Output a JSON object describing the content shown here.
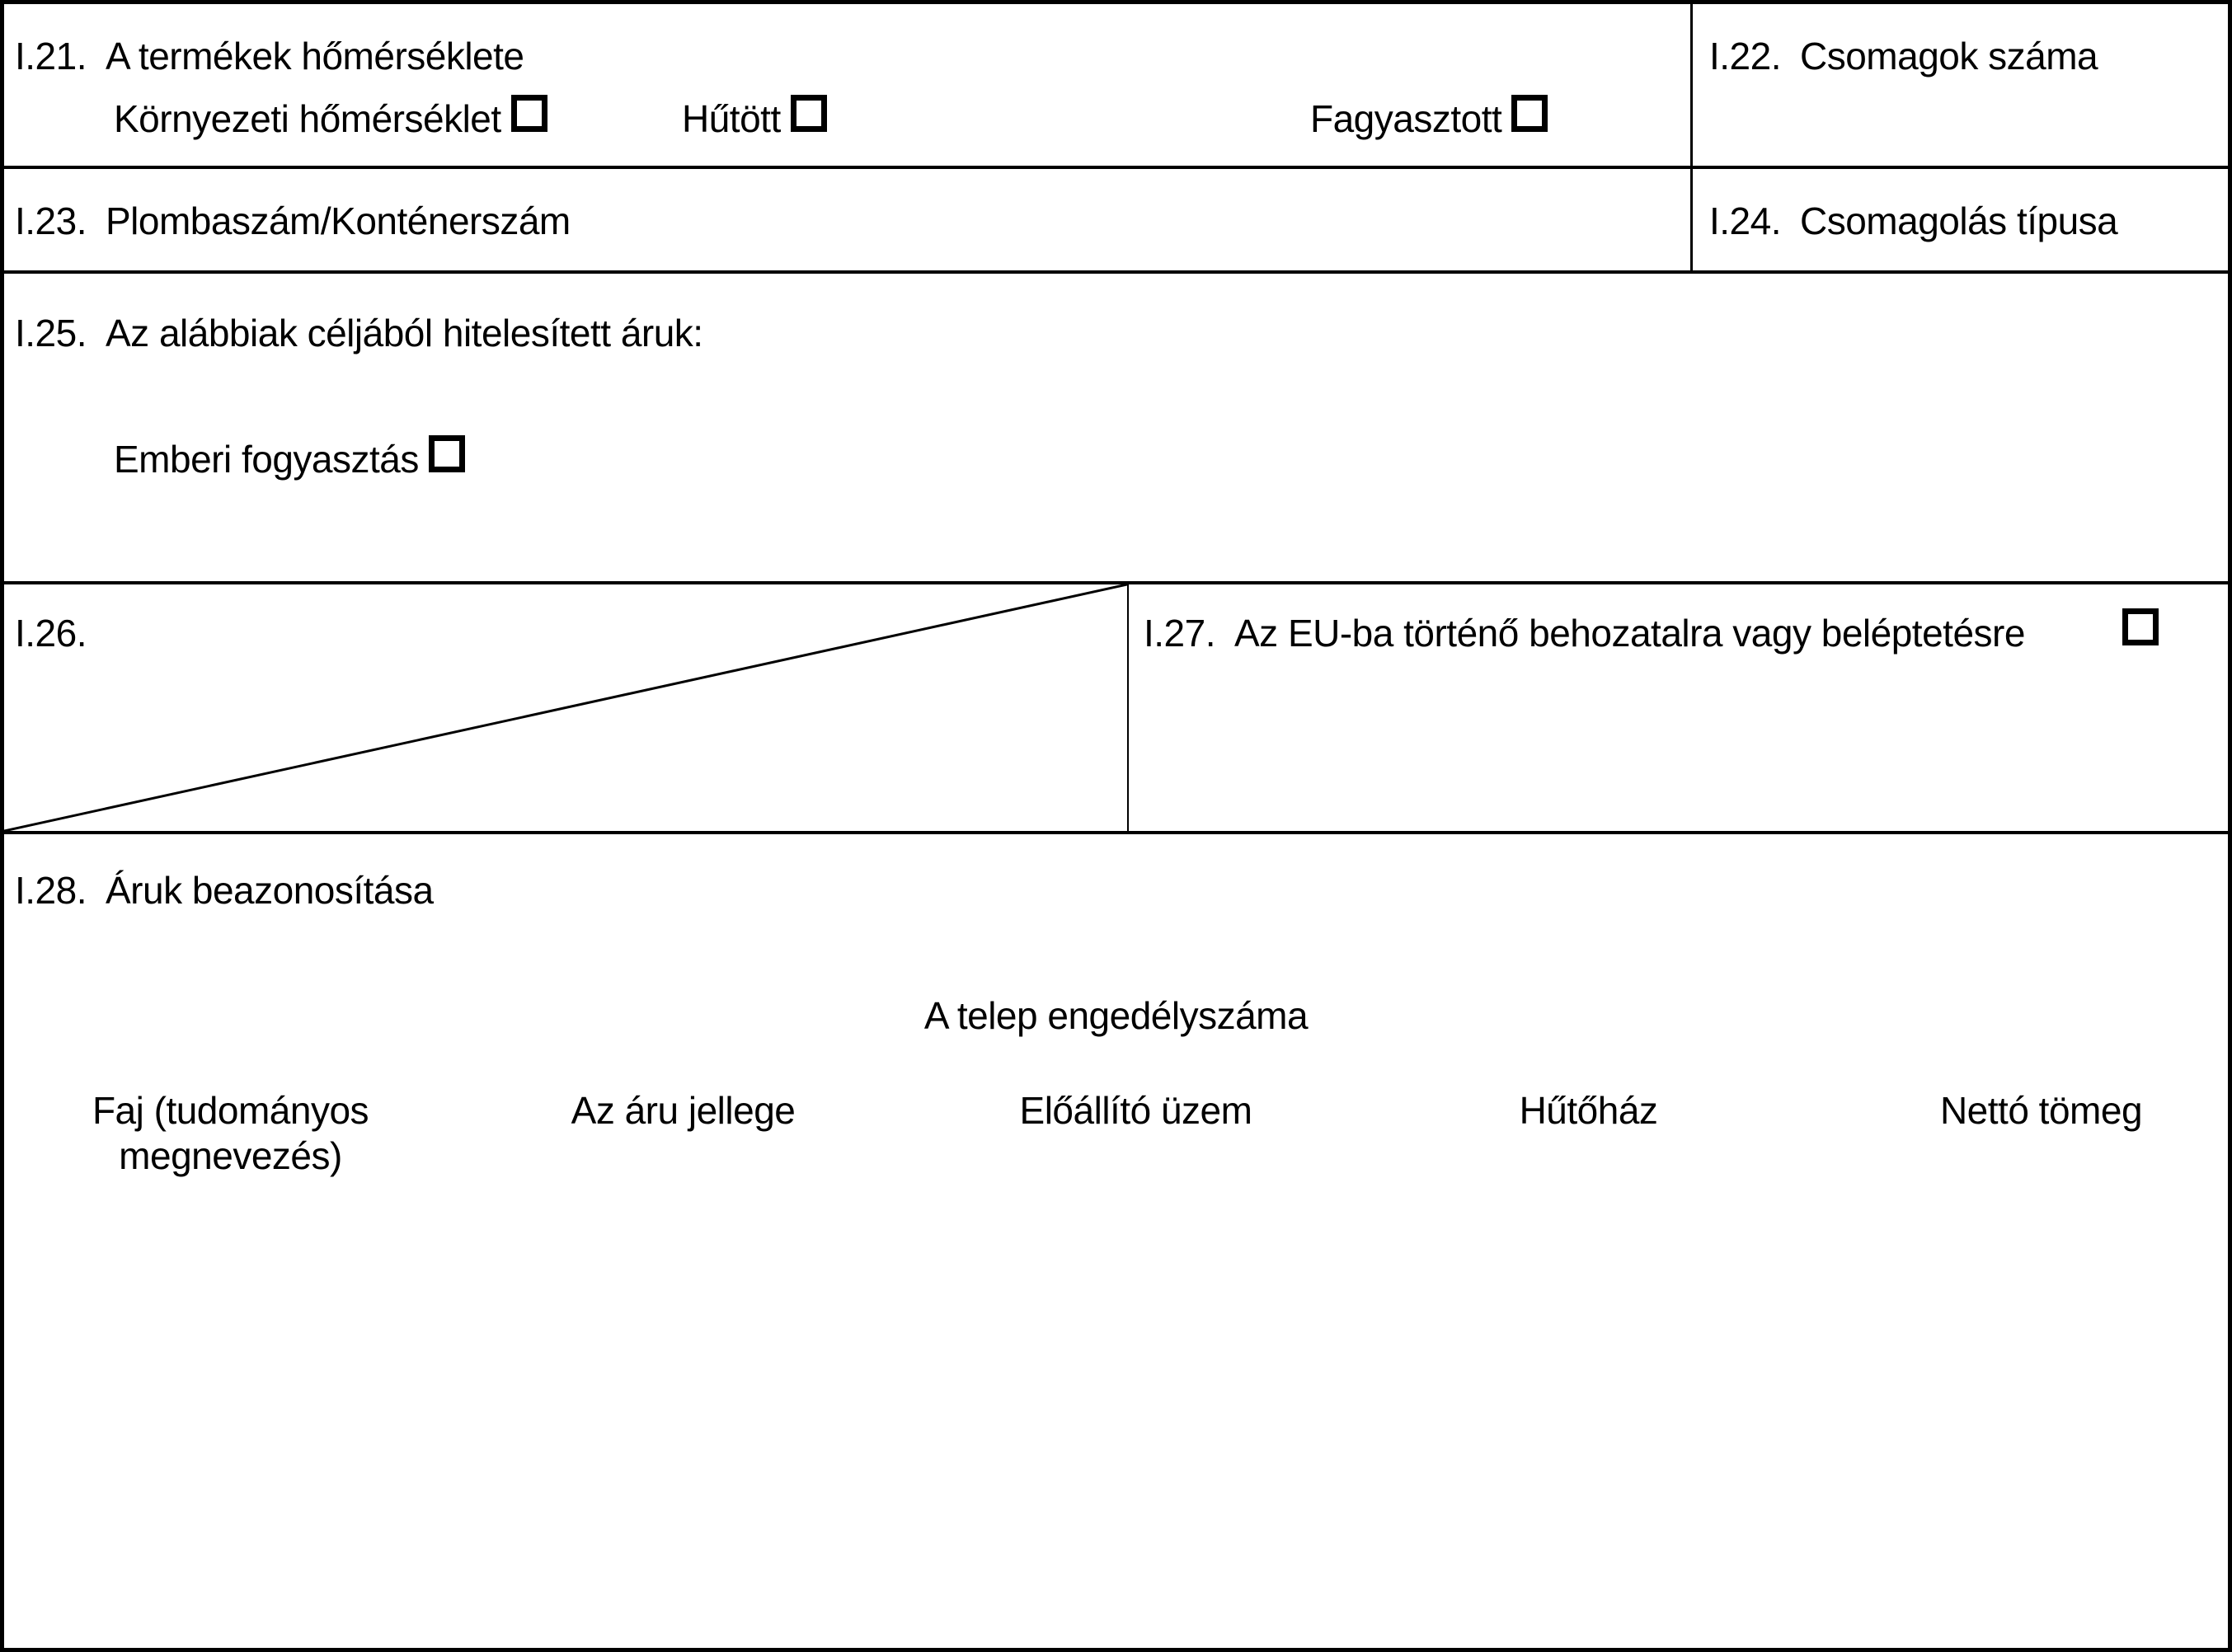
{
  "page": {
    "background": "#ffffff",
    "border_color": "#000000",
    "text_color": "#000000"
  },
  "boxes": {
    "i21": {
      "number": "I.21.",
      "title": "A termékek hőmérséklete",
      "checkboxes": [
        "Környezeti hőmérséklet",
        "Hűtött",
        "Fagyasztott"
      ]
    },
    "i22": {
      "number": "I.22.",
      "title": "Csomagok száma"
    },
    "i23": {
      "number": "I.23.",
      "title": "Plombaszám/Konténerszám"
    },
    "i24": {
      "number": "I.24.",
      "title": "Csomagolás típusa"
    },
    "i25": {
      "number": "I.25.",
      "title": "Az alábbiak céljából hitelesített áruk:",
      "checkboxes": [
        "Emberi fogyasztás"
      ]
    },
    "i26": {
      "number": "I.26."
    },
    "i27": {
      "number": "I.27.",
      "title": "Az EU-ba történő behozatalra vagy beléptetésre"
    },
    "i28": {
      "number": "I.28.",
      "title": "Áruk beazonosítása",
      "center_note": "A telep engedélyszáma",
      "columns": [
        [
          "Faj (tudományos",
          "megnevezés)"
        ],
        [
          "Az áru jellege"
        ],
        [
          "Előállító üzem"
        ],
        [
          "Hűtőház"
        ],
        [
          "Nettó tömeg"
        ]
      ]
    }
  }
}
